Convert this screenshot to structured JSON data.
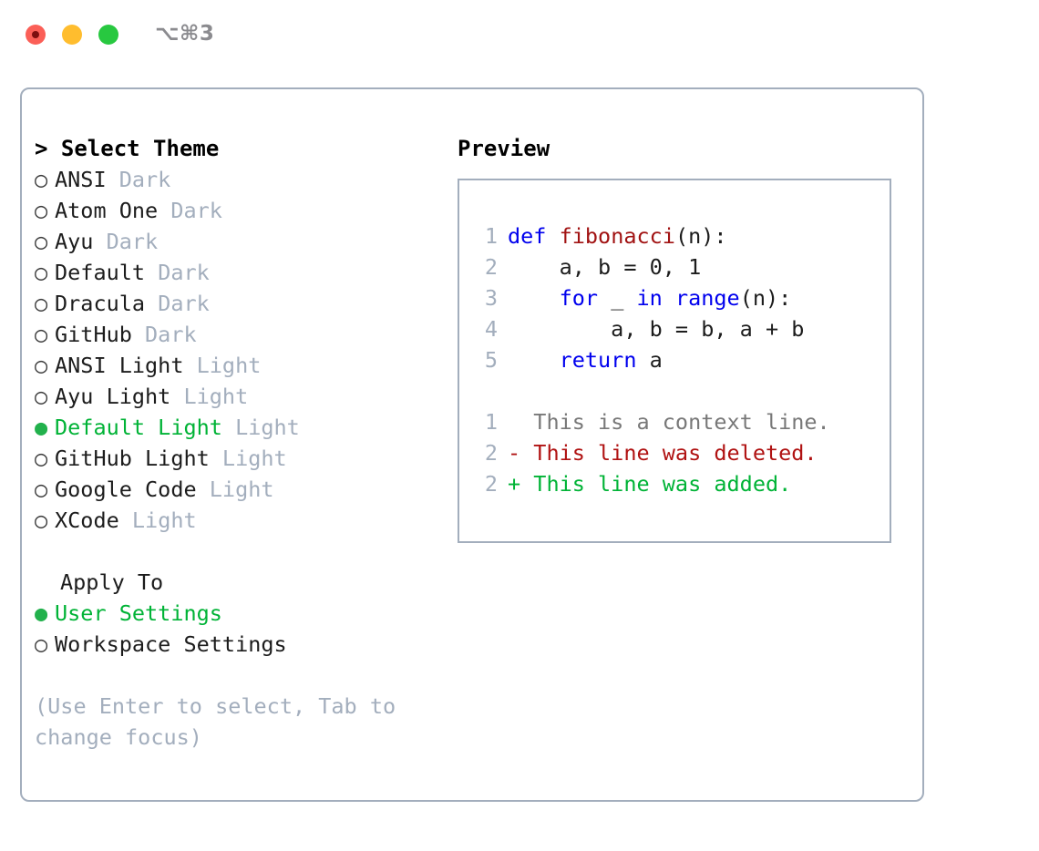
{
  "titlebar": {
    "title": "⌥⌘3",
    "buttons": [
      {
        "name": "close",
        "color": "#fb5f57"
      },
      {
        "name": "minimize",
        "color": "#ffbd2e"
      },
      {
        "name": "maximize",
        "color": "#28c840"
      }
    ]
  },
  "theme_picker": {
    "header": "> Select Theme",
    "bullet_on": "●",
    "bullet_off": "○",
    "options": [
      {
        "name": "ANSI",
        "kind": "Dark",
        "selected": false
      },
      {
        "name": "Atom One",
        "kind": "Dark",
        "selected": false
      },
      {
        "name": "Ayu",
        "kind": "Dark",
        "selected": false
      },
      {
        "name": "Default",
        "kind": "Dark",
        "selected": false
      },
      {
        "name": "Dracula",
        "kind": "Dark",
        "selected": false
      },
      {
        "name": "GitHub",
        "kind": "Dark",
        "selected": false
      },
      {
        "name": "ANSI Light",
        "kind": "Light",
        "selected": false
      },
      {
        "name": "Ayu Light",
        "kind": "Light",
        "selected": false
      },
      {
        "name": "Default Light",
        "kind": "Light",
        "selected": true
      },
      {
        "name": "GitHub Light",
        "kind": "Light",
        "selected": false
      },
      {
        "name": "Google Code",
        "kind": "Light",
        "selected": false
      },
      {
        "name": "XCode",
        "kind": "Light",
        "selected": false
      }
    ]
  },
  "apply_to": {
    "header": "Apply To",
    "options": [
      {
        "name": "User Settings",
        "selected": true
      },
      {
        "name": "Workspace Settings",
        "selected": false
      }
    ]
  },
  "hint": "(Use Enter to select, Tab to change focus)",
  "preview": {
    "label": "Preview",
    "code_lines": [
      {
        "no": "1",
        "tokens": [
          {
            "t": "def",
            "c": "kw"
          },
          {
            "t": " ",
            "c": "plain"
          },
          {
            "t": "fibonacci",
            "c": "fn"
          },
          {
            "t": "(n):",
            "c": "plain"
          }
        ]
      },
      {
        "no": "2",
        "tokens": [
          {
            "t": "    a, b = 0, 1",
            "c": "plain"
          }
        ]
      },
      {
        "no": "3",
        "tokens": [
          {
            "t": "    ",
            "c": "plain"
          },
          {
            "t": "for",
            "c": "kw"
          },
          {
            "t": " _ ",
            "c": "plain"
          },
          {
            "t": "in",
            "c": "kw"
          },
          {
            "t": " ",
            "c": "plain"
          },
          {
            "t": "range",
            "c": "kw"
          },
          {
            "t": "(n):",
            "c": "plain"
          }
        ]
      },
      {
        "no": "4",
        "tokens": [
          {
            "t": "        a, b = b, a + b",
            "c": "plain"
          }
        ]
      },
      {
        "no": "5",
        "tokens": [
          {
            "t": "    ",
            "c": "plain"
          },
          {
            "t": "return",
            "c": "kw"
          },
          {
            "t": " a",
            "c": "plain"
          }
        ]
      }
    ],
    "diff_lines": [
      {
        "no": "1",
        "marker": " ",
        "text": " This is a context line.",
        "kind": "ctx"
      },
      {
        "no": "2",
        "marker": "-",
        "text": " This line was deleted.",
        "kind": "del"
      },
      {
        "no": "2",
        "marker": "+",
        "text": " This line was added.",
        "kind": "add"
      }
    ]
  },
  "colors": {
    "accent_green": "#00b336",
    "muted": "#a3aebd",
    "keyword_blue": "#0000ee",
    "function_red": "#a11212",
    "diff_delete": "#b01212",
    "diff_add": "#00b336",
    "border": "#a3aebd"
  }
}
